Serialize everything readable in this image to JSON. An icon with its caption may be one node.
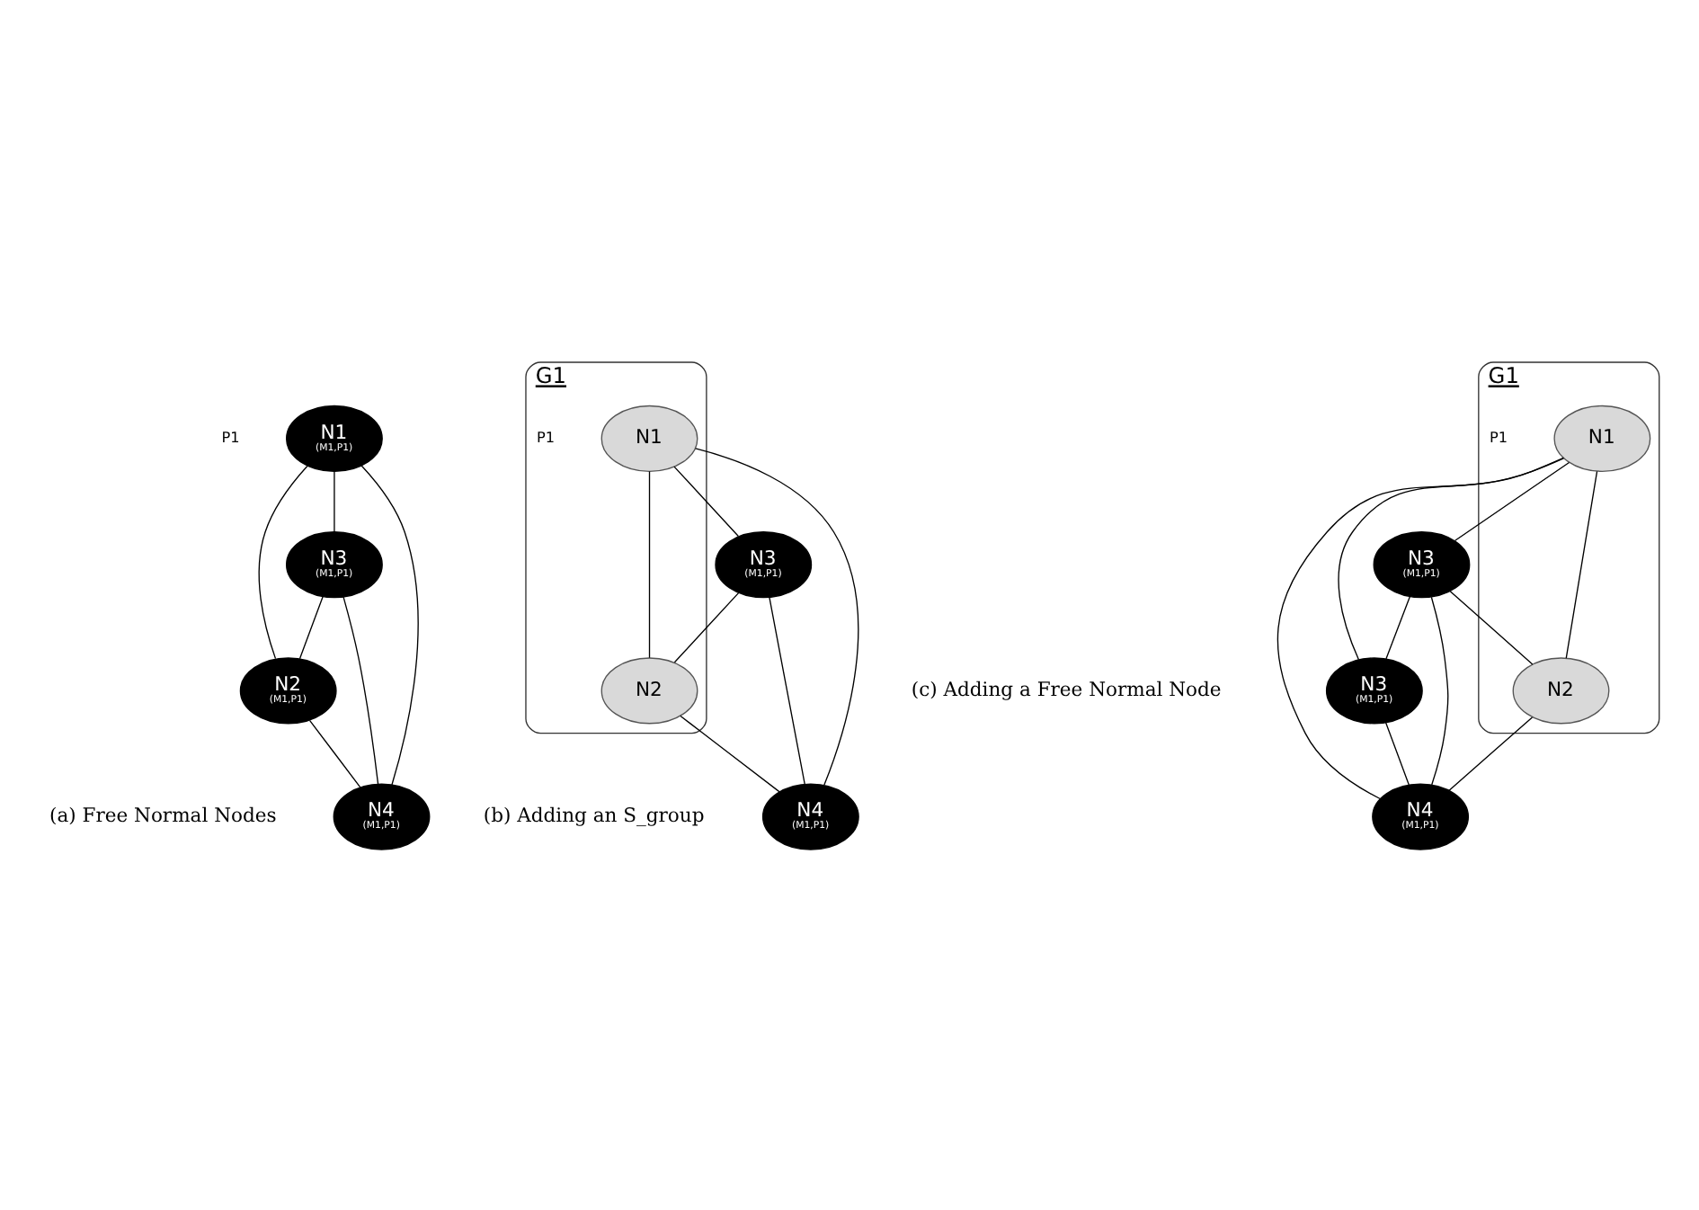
{
  "diagram": {
    "nodes": [
      {
        "text": [
          "N1",
          "(M1,P1)"
        ],
        "beside": [
          "P1"
        ]
      },
      {
        "text": [
          "N2",
          "(M1,P1)"
        ]
      },
      {
        "text": [
          "N3",
          "(M1,P1)"
        ]
      },
      {
        "text": [
          "N4",
          "(M1,P1)"
        ]
      },
      {
        "text": [
          "G1"
        ]
      },
      {
        "text": [
          "N1"
        ],
        "in": 4,
        "beside": [
          "P1"
        ]
      },
      {
        "text": [
          "N2"
        ],
        "in": 4
      },
      {
        "text": [
          "N3",
          "(M1,P1)"
        ]
      },
      {
        "text": [
          "N4",
          "(M1,P1)"
        ]
      },
      {
        "text": [
          "G1"
        ]
      },
      {
        "text": [
          "N1"
        ],
        "in": 9,
        "beside": [
          "P1"
        ]
      },
      {
        "text": [
          "N2"
        ],
        "in": 9
      },
      {
        "text": [
          "N3",
          "(M1,P1)"
        ]
      },
      {
        "text": [
          "N4",
          "(M1,P1)"
        ]
      },
      {
        "text": [
          "N3",
          "(M1,P1)"
        ]
      }
    ],
    "edges": [
      {
        "from": 0,
        "to": 2,
        "arrow": "none"
      },
      {
        "from": 0,
        "to": 1,
        "arrow": "none"
      },
      {
        "from": 0,
        "to": 3,
        "arrow": "none"
      },
      {
        "from": 2,
        "to": 1,
        "arrow": "none"
      },
      {
        "from": 2,
        "to": 3,
        "arrow": "none"
      },
      {
        "from": 1,
        "to": 3,
        "arrow": "none"
      },
      {
        "from": 5,
        "to": 7,
        "arrow": "none"
      },
      {
        "from": 5,
        "to": 6,
        "arrow": "none"
      },
      {
        "from": 5,
        "to": 8,
        "arrow": "none"
      },
      {
        "from": 7,
        "to": 6,
        "arrow": "none"
      },
      {
        "from": 7,
        "to": 8,
        "arrow": "none"
      },
      {
        "from": 6,
        "to": 8,
        "arrow": "none"
      },
      {
        "from": 10,
        "to": 14,
        "arrow": "none"
      },
      {
        "from": 10,
        "to": 12,
        "arrow": "none"
      },
      {
        "from": 10,
        "to": 11,
        "arrow": "none"
      },
      {
        "from": 10,
        "to": 13,
        "arrow": "none"
      },
      {
        "from": 12,
        "to": 11,
        "arrow": "none"
      },
      {
        "from": 12,
        "to": 14,
        "arrow": "none"
      },
      {
        "from": 12,
        "to": 13,
        "arrow": "none"
      },
      {
        "from": 11,
        "to": 13,
        "arrow": "none"
      },
      {
        "from": 14,
        "to": 13,
        "arrow": "none"
      }
    ],
    "labels": [
      "(a) Free Normal Nodes",
      "(b) Adding an S_group",
      "(c) Adding a Free Normal Node"
    ]
  }
}
